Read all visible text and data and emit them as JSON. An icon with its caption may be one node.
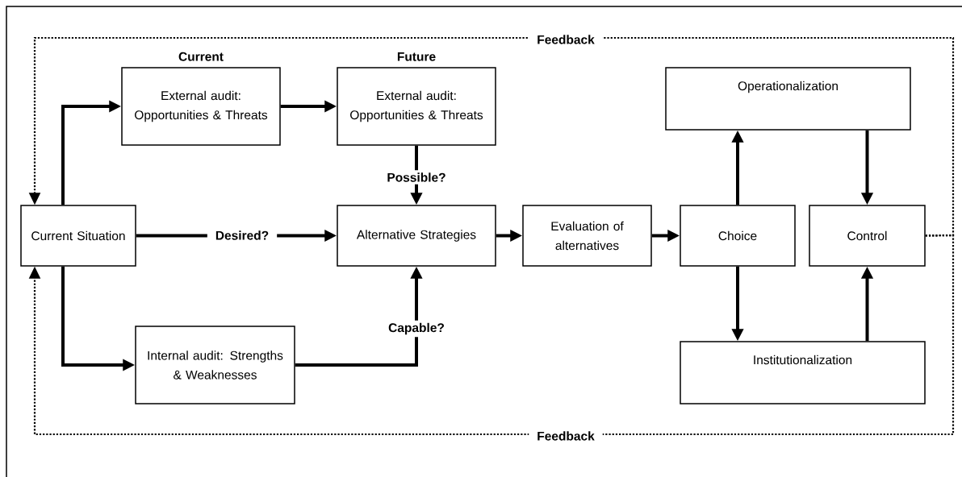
{
  "diagram": {
    "nodes": [
      {
        "text": [
          "Current Situation"
        ]
      },
      {
        "text": [
          "External audit: Opportunities & Threats"
        ],
        "beside": [
          "Current"
        ]
      },
      {
        "text": [
          "External audit: Opportunities & Threats"
        ],
        "beside": [
          "Future"
        ]
      },
      {
        "text": [
          "Alternative Strategies"
        ]
      },
      {
        "text": [
          "Internal audit: Strengths & Weaknesses"
        ]
      },
      {
        "text": [
          "Evaluation of alternatives"
        ]
      },
      {
        "text": [
          "Choice"
        ]
      },
      {
        "text": [
          "Control"
        ]
      },
      {
        "text": [
          "Operationalization"
        ]
      },
      {
        "text": [
          "Institutionalization"
        ]
      }
    ],
    "edges": [
      {
        "from": 0,
        "to": 1,
        "arrow": "to"
      },
      {
        "from": 1,
        "to": 2,
        "arrow": "to"
      },
      {
        "from": 0,
        "to": 4,
        "arrow": "to"
      },
      {
        "from": 2,
        "to": 3,
        "arrow": "to",
        "label": "Possible?"
      },
      {
        "from": 0,
        "to": 3,
        "arrow": "to",
        "label": "Desired?"
      },
      {
        "from": 4,
        "to": 3,
        "arrow": "to",
        "label": "Capable?"
      },
      {
        "from": 3,
        "to": 5,
        "arrow": "to"
      },
      {
        "from": 5,
        "to": 6,
        "arrow": "to"
      },
      {
        "from": 6,
        "to": 8,
        "arrow": "to"
      },
      {
        "from": 8,
        "to": 7,
        "arrow": "to"
      },
      {
        "from": 6,
        "to": 9,
        "arrow": "to"
      },
      {
        "from": 9,
        "to": 7,
        "arrow": "to"
      },
      {
        "from": 7,
        "to": 0,
        "arrow": "to",
        "style": "dashed",
        "label": "Feedback"
      },
      {
        "from": 7,
        "to": 0,
        "arrow": "to",
        "style": "dashed",
        "label": "Feedback"
      }
    ]
  }
}
